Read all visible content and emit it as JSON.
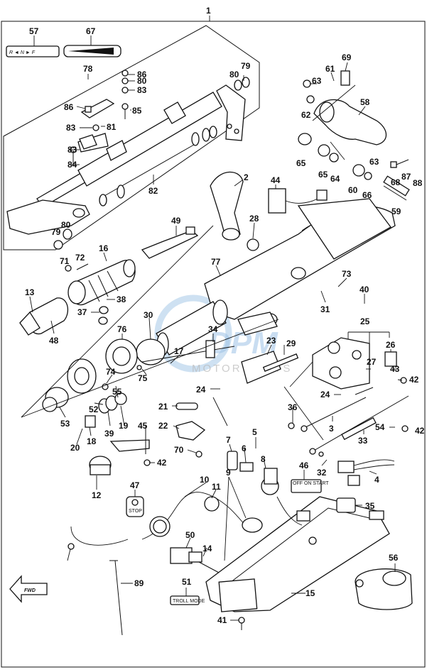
{
  "assembly_number": "1",
  "labels": {
    "p57": "57",
    "p67": "67",
    "p78": "78",
    "p86a": "86",
    "p80a": "80",
    "p83a": "83",
    "p79a": "79",
    "p80b": "80",
    "p86b": "86",
    "p85": "85",
    "p83b": "83",
    "p81": "81",
    "p83c": "83",
    "p84": "84",
    "p82": "82",
    "p79b": "79",
    "p80c": "80",
    "p69": "69",
    "p61": "61",
    "p63a": "63",
    "p62": "62",
    "p58": "58",
    "p65a": "65",
    "p65b": "65",
    "p64": "64",
    "p63b": "63",
    "p87": "87",
    "p88": "88",
    "p60": "60",
    "p66": "66",
    "p68": "68",
    "p59": "59",
    "p2": "2",
    "p44": "44",
    "p28": "28",
    "p49": "49",
    "p71": "71",
    "p72": "72",
    "p16": "16",
    "p77": "77",
    "p73": "73",
    "p40": "40",
    "p13": "13",
    "p38": "38",
    "p37": "37",
    "p48": "48",
    "p31": "31",
    "p30": "30",
    "p76": "76",
    "p34": "34",
    "p25": "25",
    "p23": "23",
    "p29": "29",
    "p26": "26",
    "p17": "17",
    "p27": "27",
    "p43": "43",
    "p42a": "42",
    "p74": "74",
    "p75": "75",
    "p24a": "24",
    "p24b": "24",
    "p55": "55",
    "p52": "52",
    "p36": "36",
    "p53": "53",
    "p39": "39",
    "p19": "19",
    "p21": "21",
    "p3": "3",
    "p54": "54",
    "p42b": "42",
    "p45": "45",
    "p18": "18",
    "p22": "22",
    "p20": "20",
    "p33": "33",
    "p5": "5",
    "p70": "70",
    "p7": "7",
    "p6": "6",
    "p8": "8",
    "p12": "12",
    "p42c": "42",
    "p46": "46",
    "p32": "32",
    "p4": "4",
    "p47": "47",
    "p9": "9",
    "p10": "10",
    "p11": "11",
    "p35": "35",
    "p50": "50",
    "p14": "14",
    "p56": "56",
    "p89": "89",
    "p51": "51",
    "p15": "15",
    "p41": "41"
  },
  "decal_57_text": "R ◄ N ► F",
  "fwd_arrow_text": "FWD",
  "stop_tag_text": "STOP",
  "trollmode_plate_text": "TROLL MODE",
  "switch_plate_text": "OFF ON START",
  "watermark_text": "MOTOR PARTS",
  "colors": {
    "line": "#111111",
    "watermark": "#9ec3e6"
  }
}
